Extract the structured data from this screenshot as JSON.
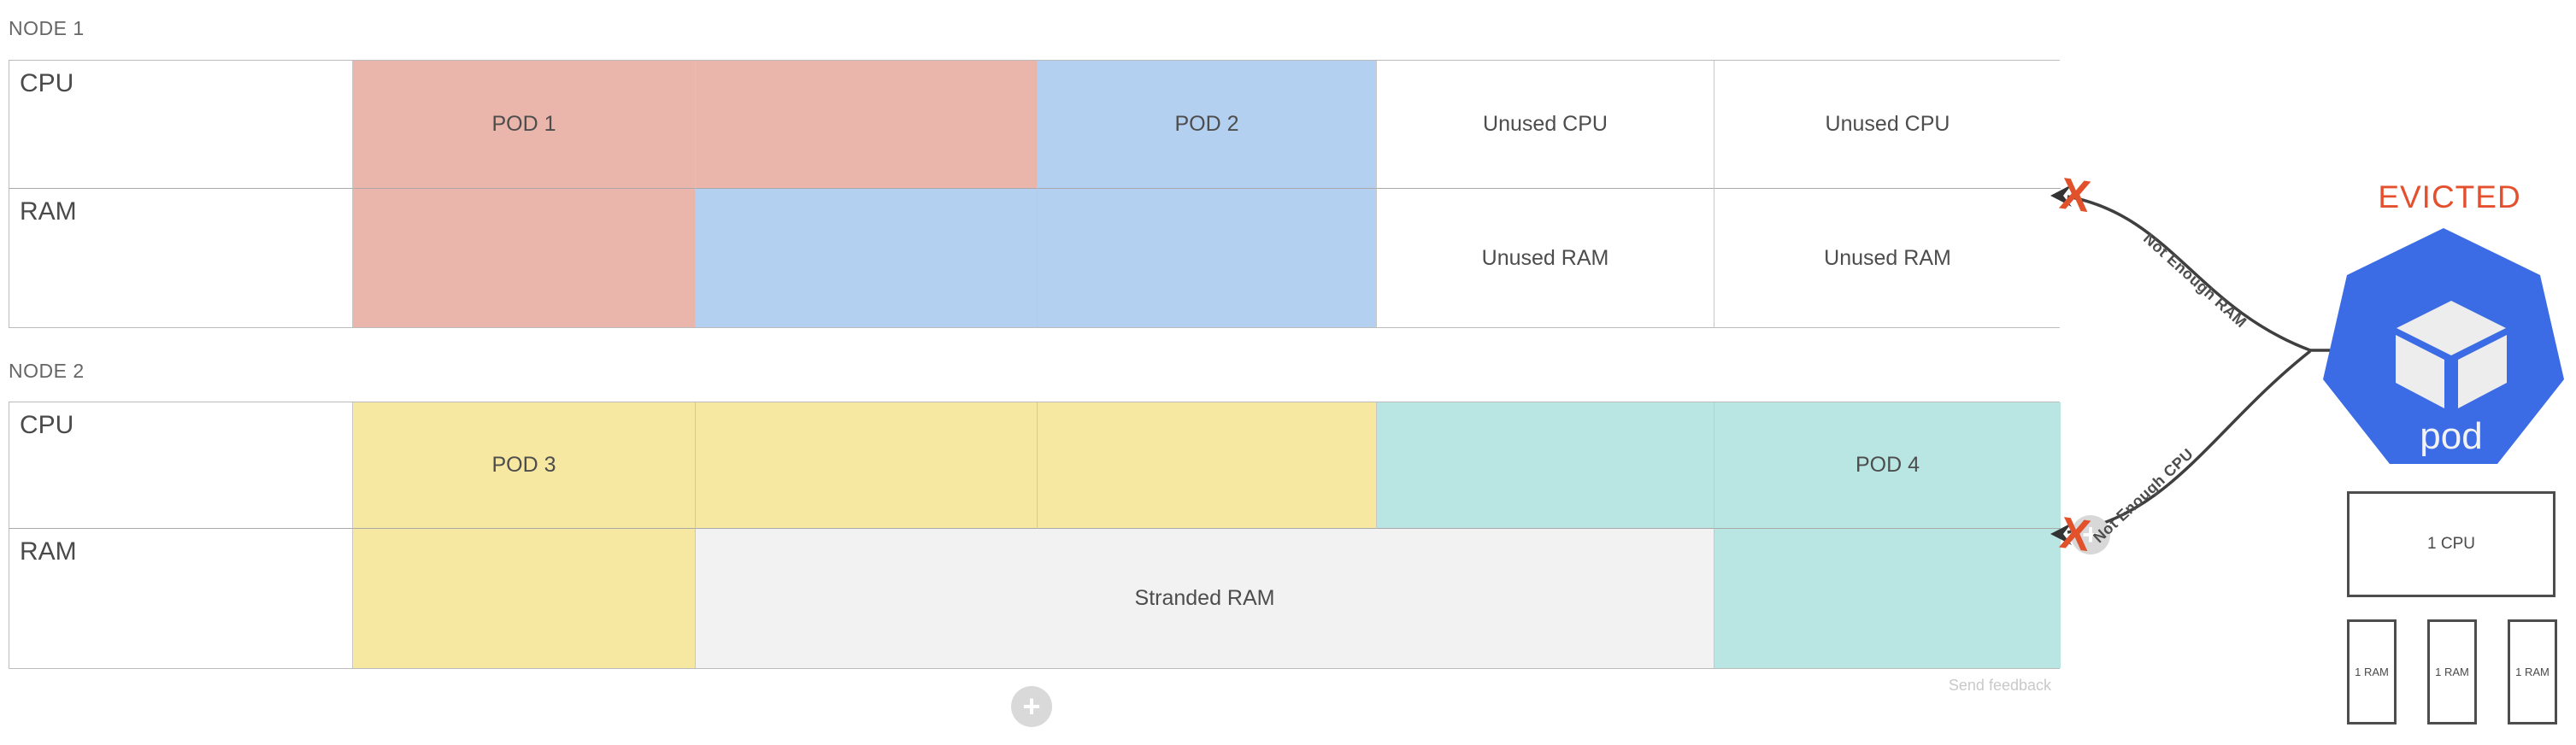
{
  "nodes": [
    {
      "label": "NODE 1",
      "rows": [
        {
          "header": "CPU",
          "cells": [
            "POD 1",
            "",
            "POD 2",
            "Unused CPU",
            "Unused CPU"
          ]
        },
        {
          "header": "RAM",
          "cells": [
            "",
            "",
            "",
            "Unused RAM",
            "Unused RAM"
          ]
        }
      ]
    },
    {
      "label": "NODE 2",
      "rows": [
        {
          "header": "CPU",
          "cells": [
            "POD 3",
            "",
            "",
            "",
            "POD 4"
          ]
        },
        {
          "header": "RAM",
          "cells": [
            "",
            "Stranded RAM",
            ""
          ]
        }
      ]
    }
  ],
  "evicted": {
    "label": "EVICTED",
    "pod_text": "pod"
  },
  "annotations": {
    "not_enough_ram": "Not Enough RAM",
    "not_enough_cpu": "Not Enough CPU",
    "x_mark": "X",
    "handle_plus": "+"
  },
  "resources": {
    "cpu_box": "1 CPU",
    "ram_boxes": [
      "1 RAM",
      "1 RAM",
      "1 RAM"
    ]
  },
  "footer": {
    "send_feedback": "Send feedback",
    "add_button": "+"
  },
  "colors": {
    "pod1_salmon": "#eab5ab",
    "pod2_blue": "#b3d0f1",
    "pod3_yellow": "#f6e7a1",
    "pod4_teal": "#b9e6e3",
    "stranded_gray": "#f2f2f2",
    "kubernetes_blue": "#3b6be5",
    "evicted_orange": "#e4502d",
    "x_orange": "#e0512c",
    "arrow_gray": "#3f3f3f"
  }
}
